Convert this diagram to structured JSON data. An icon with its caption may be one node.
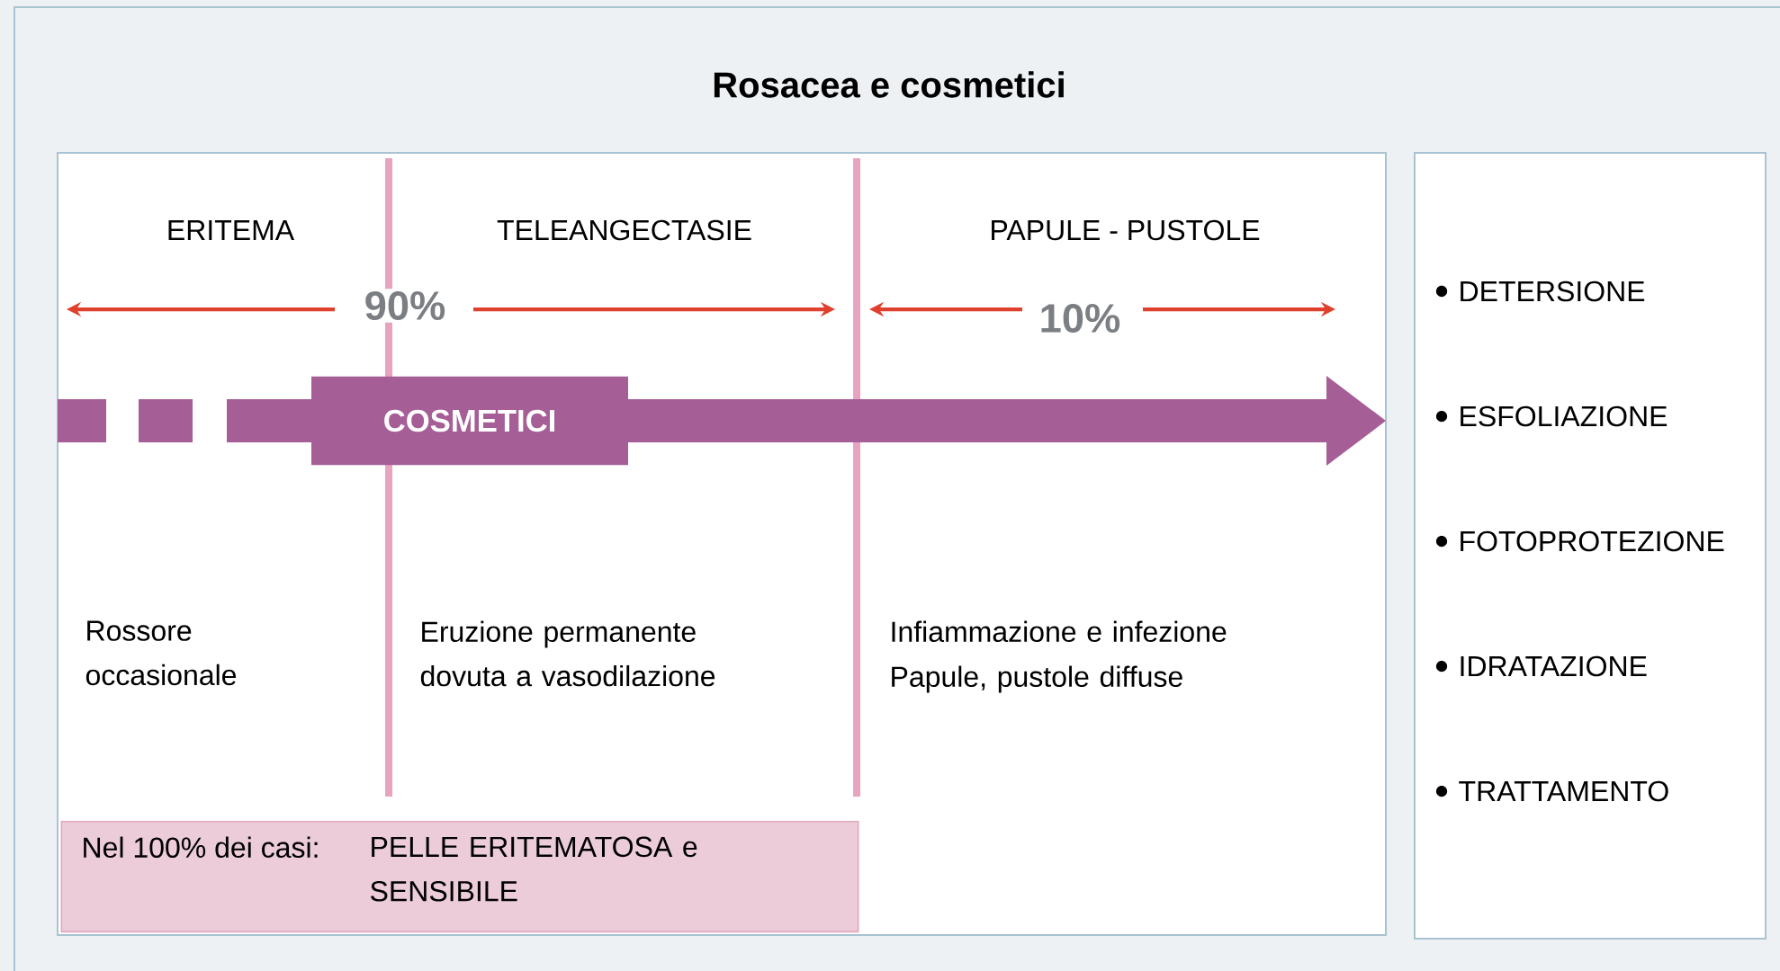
{
  "diagram": {
    "title": "Rosacea e cosmetici",
    "nodes": [
      {
        "text": [
          "COSMETICI"
        ]
      },
      {
        "text": [
          "Nel 100% dei casi:",
          "PELLE ERITEMATOSA e SENSIBILE"
        ]
      },
      {
        "text": [
          "DETERSIONE",
          "ESFOLIAZIONE",
          "FOTOPROTEZIONE",
          "IDRATAZIONE",
          "TRATTAMENTO"
        ]
      }
    ],
    "labels": [
      "ERITEMA",
      "TELEANGECTASIE",
      "PAPULE - PUSTOLE",
      "90%",
      "10%",
      "Rossore occasionale",
      "Eruzione permanente dovuta a vasodilazione",
      "Infiammazione e infezione",
      "Papule, pustole diffuse"
    ]
  }
}
